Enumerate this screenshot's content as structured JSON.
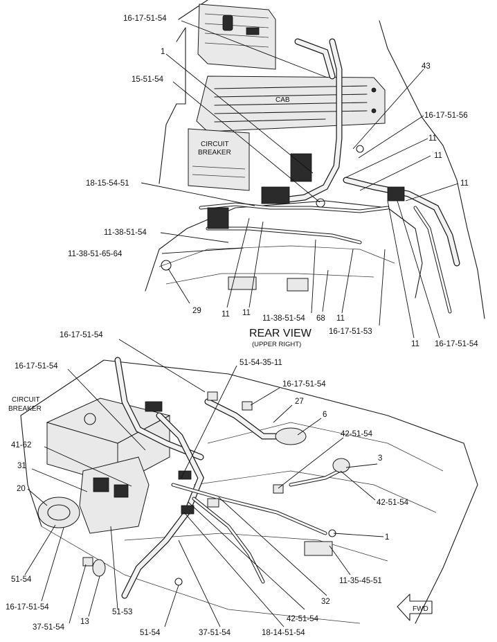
{
  "top_view": {
    "heading": "REAR VIEW",
    "subheading": "(UPPER RIGHT)",
    "cab_label": "CAB",
    "breaker_label_line1": "CIRCUIT",
    "breaker_label_line2": "BREAKER",
    "callouts": [
      "16-17-51-54",
      "1",
      "15-51-54",
      "43",
      "16-17-51-56",
      "11",
      "11",
      "18-15-54-51",
      "11",
      "11-38-51-54",
      "11-38-51-65-64",
      "29",
      "11",
      "11",
      "11-38-51-54",
      "68",
      "11",
      "16-17-51-53",
      "11",
      "16-17-51-54"
    ]
  },
  "bottom_view": {
    "breaker_label_line1": "CIRCUIT",
    "breaker_label_line2": "BREAKER",
    "fwd_label": "FWD",
    "callouts": [
      "16-17-51-54",
      "16-17-51-54",
      "51-54-35-11",
      "16-17-51-54",
      "27",
      "6",
      "42-51-54",
      "3",
      "41-62",
      "31",
      "20",
      "42-51-54",
      "1",
      "11-35-45-51",
      "32",
      "42-51-54",
      "18-14-51-54",
      "37-51-54",
      "51-54",
      "51-53",
      "13",
      "37-51-54",
      "16-17-51-54",
      "51-54"
    ]
  }
}
